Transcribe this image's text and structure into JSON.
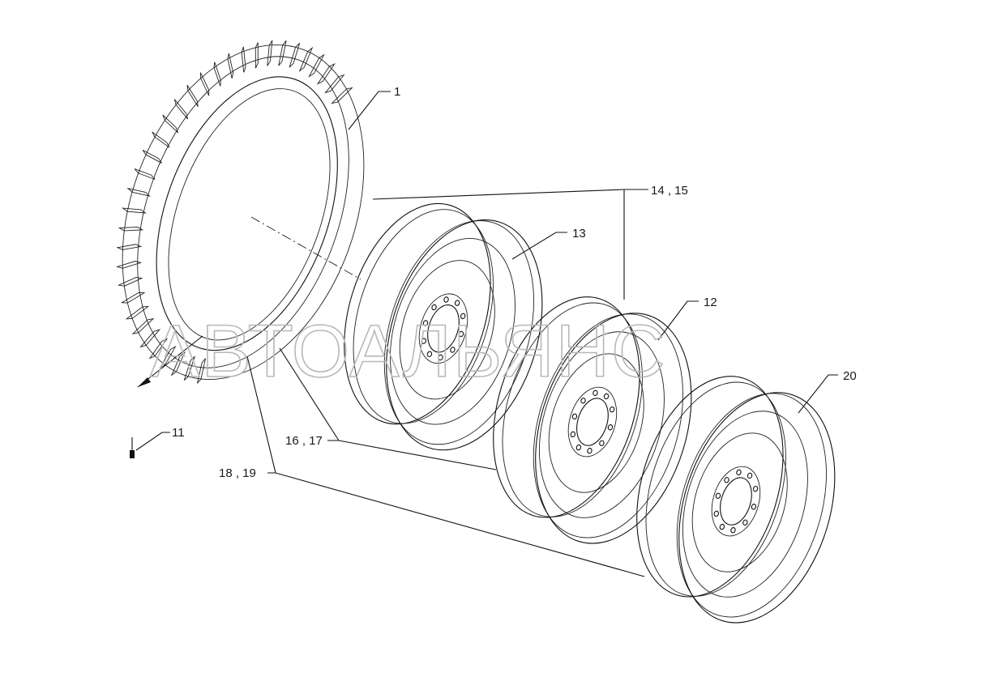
{
  "watermark": "АВТОАЛЬЯНС",
  "callouts": {
    "tire": "1",
    "rim_13": "13",
    "rim_12": "12",
    "rim_20": "20",
    "pair_14_15": "14 , 15",
    "pair_16_17": "16 , 17",
    "pair_18_19": "18 , 19",
    "valve_11": "11"
  }
}
